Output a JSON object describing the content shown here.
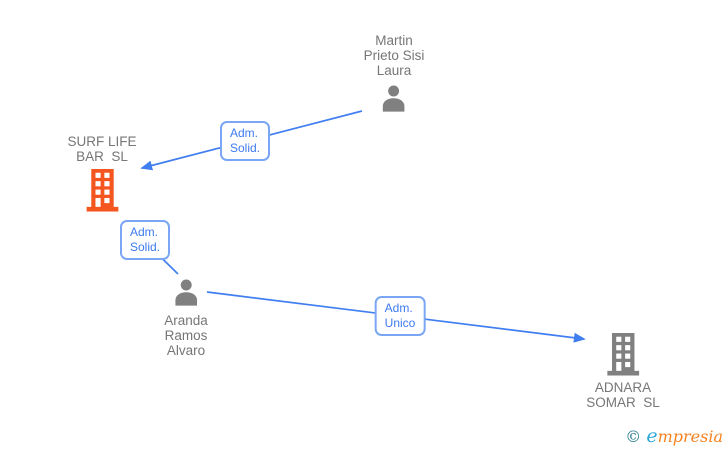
{
  "diagram": {
    "background_color": "#ffffff",
    "edge_color": "#417ff0",
    "edge_label_text_color": "#3d7af0",
    "edge_label_border_color": "#7ba6f6",
    "node_text_color": "#767676",
    "person_icon_color": "#808080",
    "company_icon_gray": "#808080",
    "company_icon_orange": "#f4561f",
    "nodes": [
      {
        "id": "martin",
        "type": "person",
        "label": "Martin Prieto Sisi Laura",
        "lines": [
          "Martin",
          "Prieto Sisi",
          "Laura"
        ],
        "icon": "person-icon",
        "icon_color": "#808080"
      },
      {
        "id": "surf-life-bar",
        "type": "company",
        "label": "SURF LIFE BAR SL",
        "lines": [
          "SURF LIFE",
          "BAR  SL"
        ],
        "icon": "building-icon",
        "icon_color": "#f4561f"
      },
      {
        "id": "aranda",
        "type": "person",
        "label": "Aranda Ramos Alvaro",
        "lines": [
          "Aranda",
          "Ramos",
          "Alvaro"
        ],
        "icon": "person-icon",
        "icon_color": "#808080"
      },
      {
        "id": "adnara-somar",
        "type": "company",
        "label": "ADNARA SOMAR SL",
        "lines": [
          "ADNARA",
          "SOMAR  SL"
        ],
        "icon": "building-icon",
        "icon_color": "#808080"
      }
    ],
    "edges": [
      {
        "from": "Martin Prieto Sisi Laura",
        "to": "SURF LIFE BAR SL",
        "label": "Adm. Solid.",
        "label_lines": [
          "Adm.",
          "Solid."
        ]
      },
      {
        "from": "Aranda Ramos Alvaro",
        "to": "SURF LIFE BAR SL",
        "label": "Adm. Solid.",
        "label_lines": [
          "Adm.",
          "Solid."
        ]
      },
      {
        "from": "Aranda Ramos Alvaro",
        "to": "ADNARA SOMAR SL",
        "label": "Adm. Unico",
        "label_lines": [
          "Adm.",
          "Unico"
        ]
      }
    ],
    "watermark": {
      "copyright": "©",
      "brand_first": "e",
      "brand_rest": "mpresia",
      "copyright_color": "#2e7d8e",
      "brand_first_color": "#2da8dc",
      "brand_rest_color": "#f5821f"
    }
  }
}
